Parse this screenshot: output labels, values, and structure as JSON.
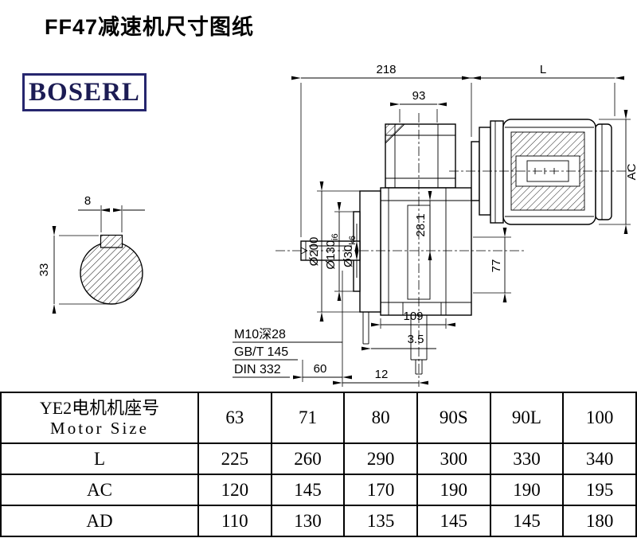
{
  "page": {
    "title": "FF47减速机尺寸图纸",
    "brand": "BOSERL"
  },
  "drawing": {
    "dim_218": "218",
    "dim_L": "L",
    "dim_93": "93",
    "dim_AC": "AC",
    "dim_8": "8",
    "dim_33": "33",
    "dim_d200": "Ø200",
    "dim_d130": "Ø130",
    "dim_d130_tol": "i6",
    "dim_d30": "Ø30",
    "dim_d30_tol": "k6",
    "dim_281": "28.1",
    "dim_77": "77",
    "dim_109": "109",
    "dim_35": "3.5",
    "dim_60": "60",
    "dim_12": "12",
    "note_line1": "M10深28",
    "note_line2": "GB/T 145",
    "note_line3": "DIN 332"
  },
  "table": {
    "header": {
      "cn": "YE2电机机座号",
      "en": "Motor Size"
    },
    "sizes": [
      "63",
      "71",
      "80",
      "90S",
      "90L",
      "100"
    ],
    "rows": [
      {
        "label": "L",
        "values": [
          "225",
          "260",
          "290",
          "300",
          "330",
          "340"
        ]
      },
      {
        "label": "AC",
        "values": [
          "120",
          "145",
          "170",
          "190",
          "190",
          "195"
        ]
      },
      {
        "label": "AD",
        "values": [
          "110",
          "130",
          "135",
          "145",
          "145",
          "180"
        ]
      }
    ]
  }
}
